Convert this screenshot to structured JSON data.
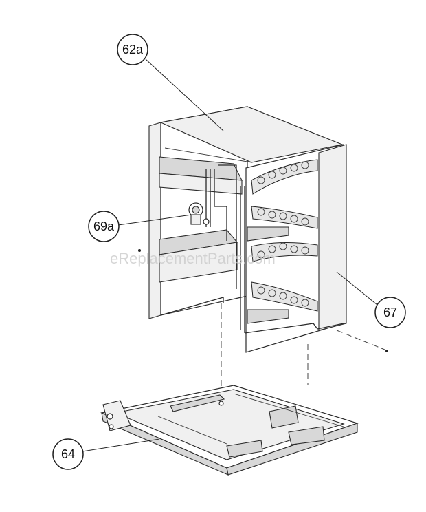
{
  "diagram": {
    "callouts": [
      {
        "id": "c62a",
        "label": "62a"
      },
      {
        "id": "c69a",
        "label": "69a"
      },
      {
        "id": "c67",
        "label": "67"
      },
      {
        "id": "c64",
        "label": "64"
      }
    ],
    "watermark": "eReplacementParts.com"
  }
}
